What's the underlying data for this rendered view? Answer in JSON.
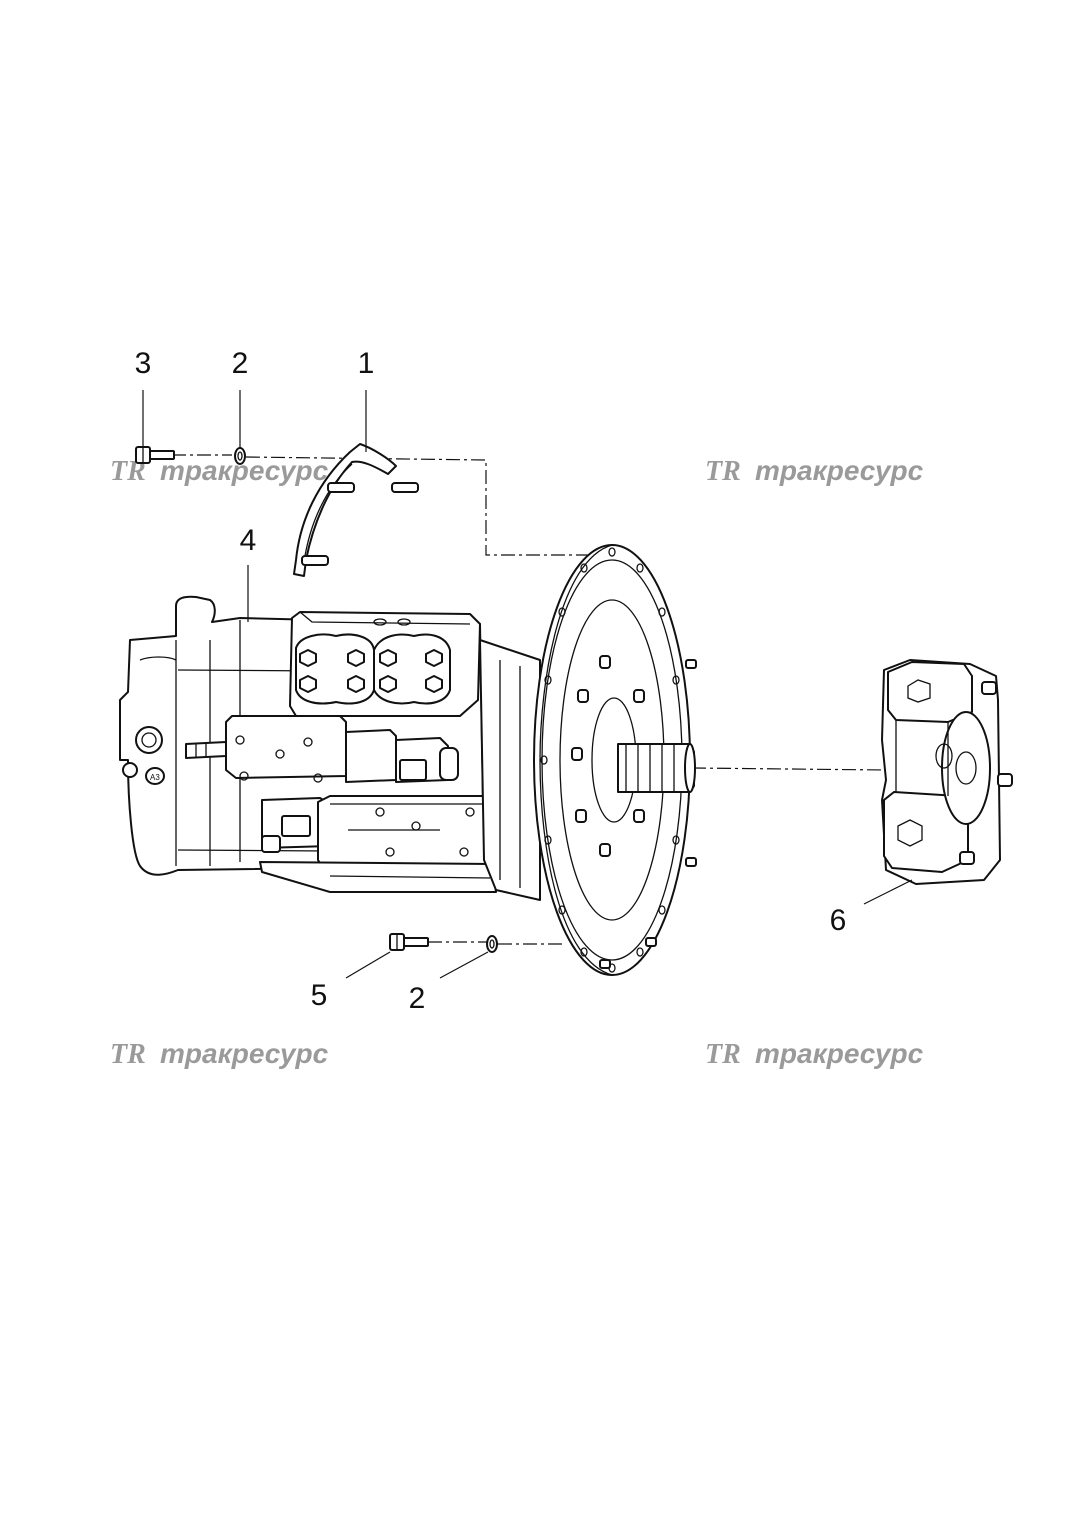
{
  "callouts": {
    "c1": "1",
    "c2a": "2",
    "c2b": "2",
    "c3": "3",
    "c4": "4",
    "c5": "5",
    "c6": "6"
  },
  "watermark": {
    "text": "тракресурс",
    "logo": "TR"
  },
  "pump_label": "A3",
  "colors": {
    "line": "#111111",
    "watermark": "#9a9a9a",
    "background": "#ffffff"
  }
}
